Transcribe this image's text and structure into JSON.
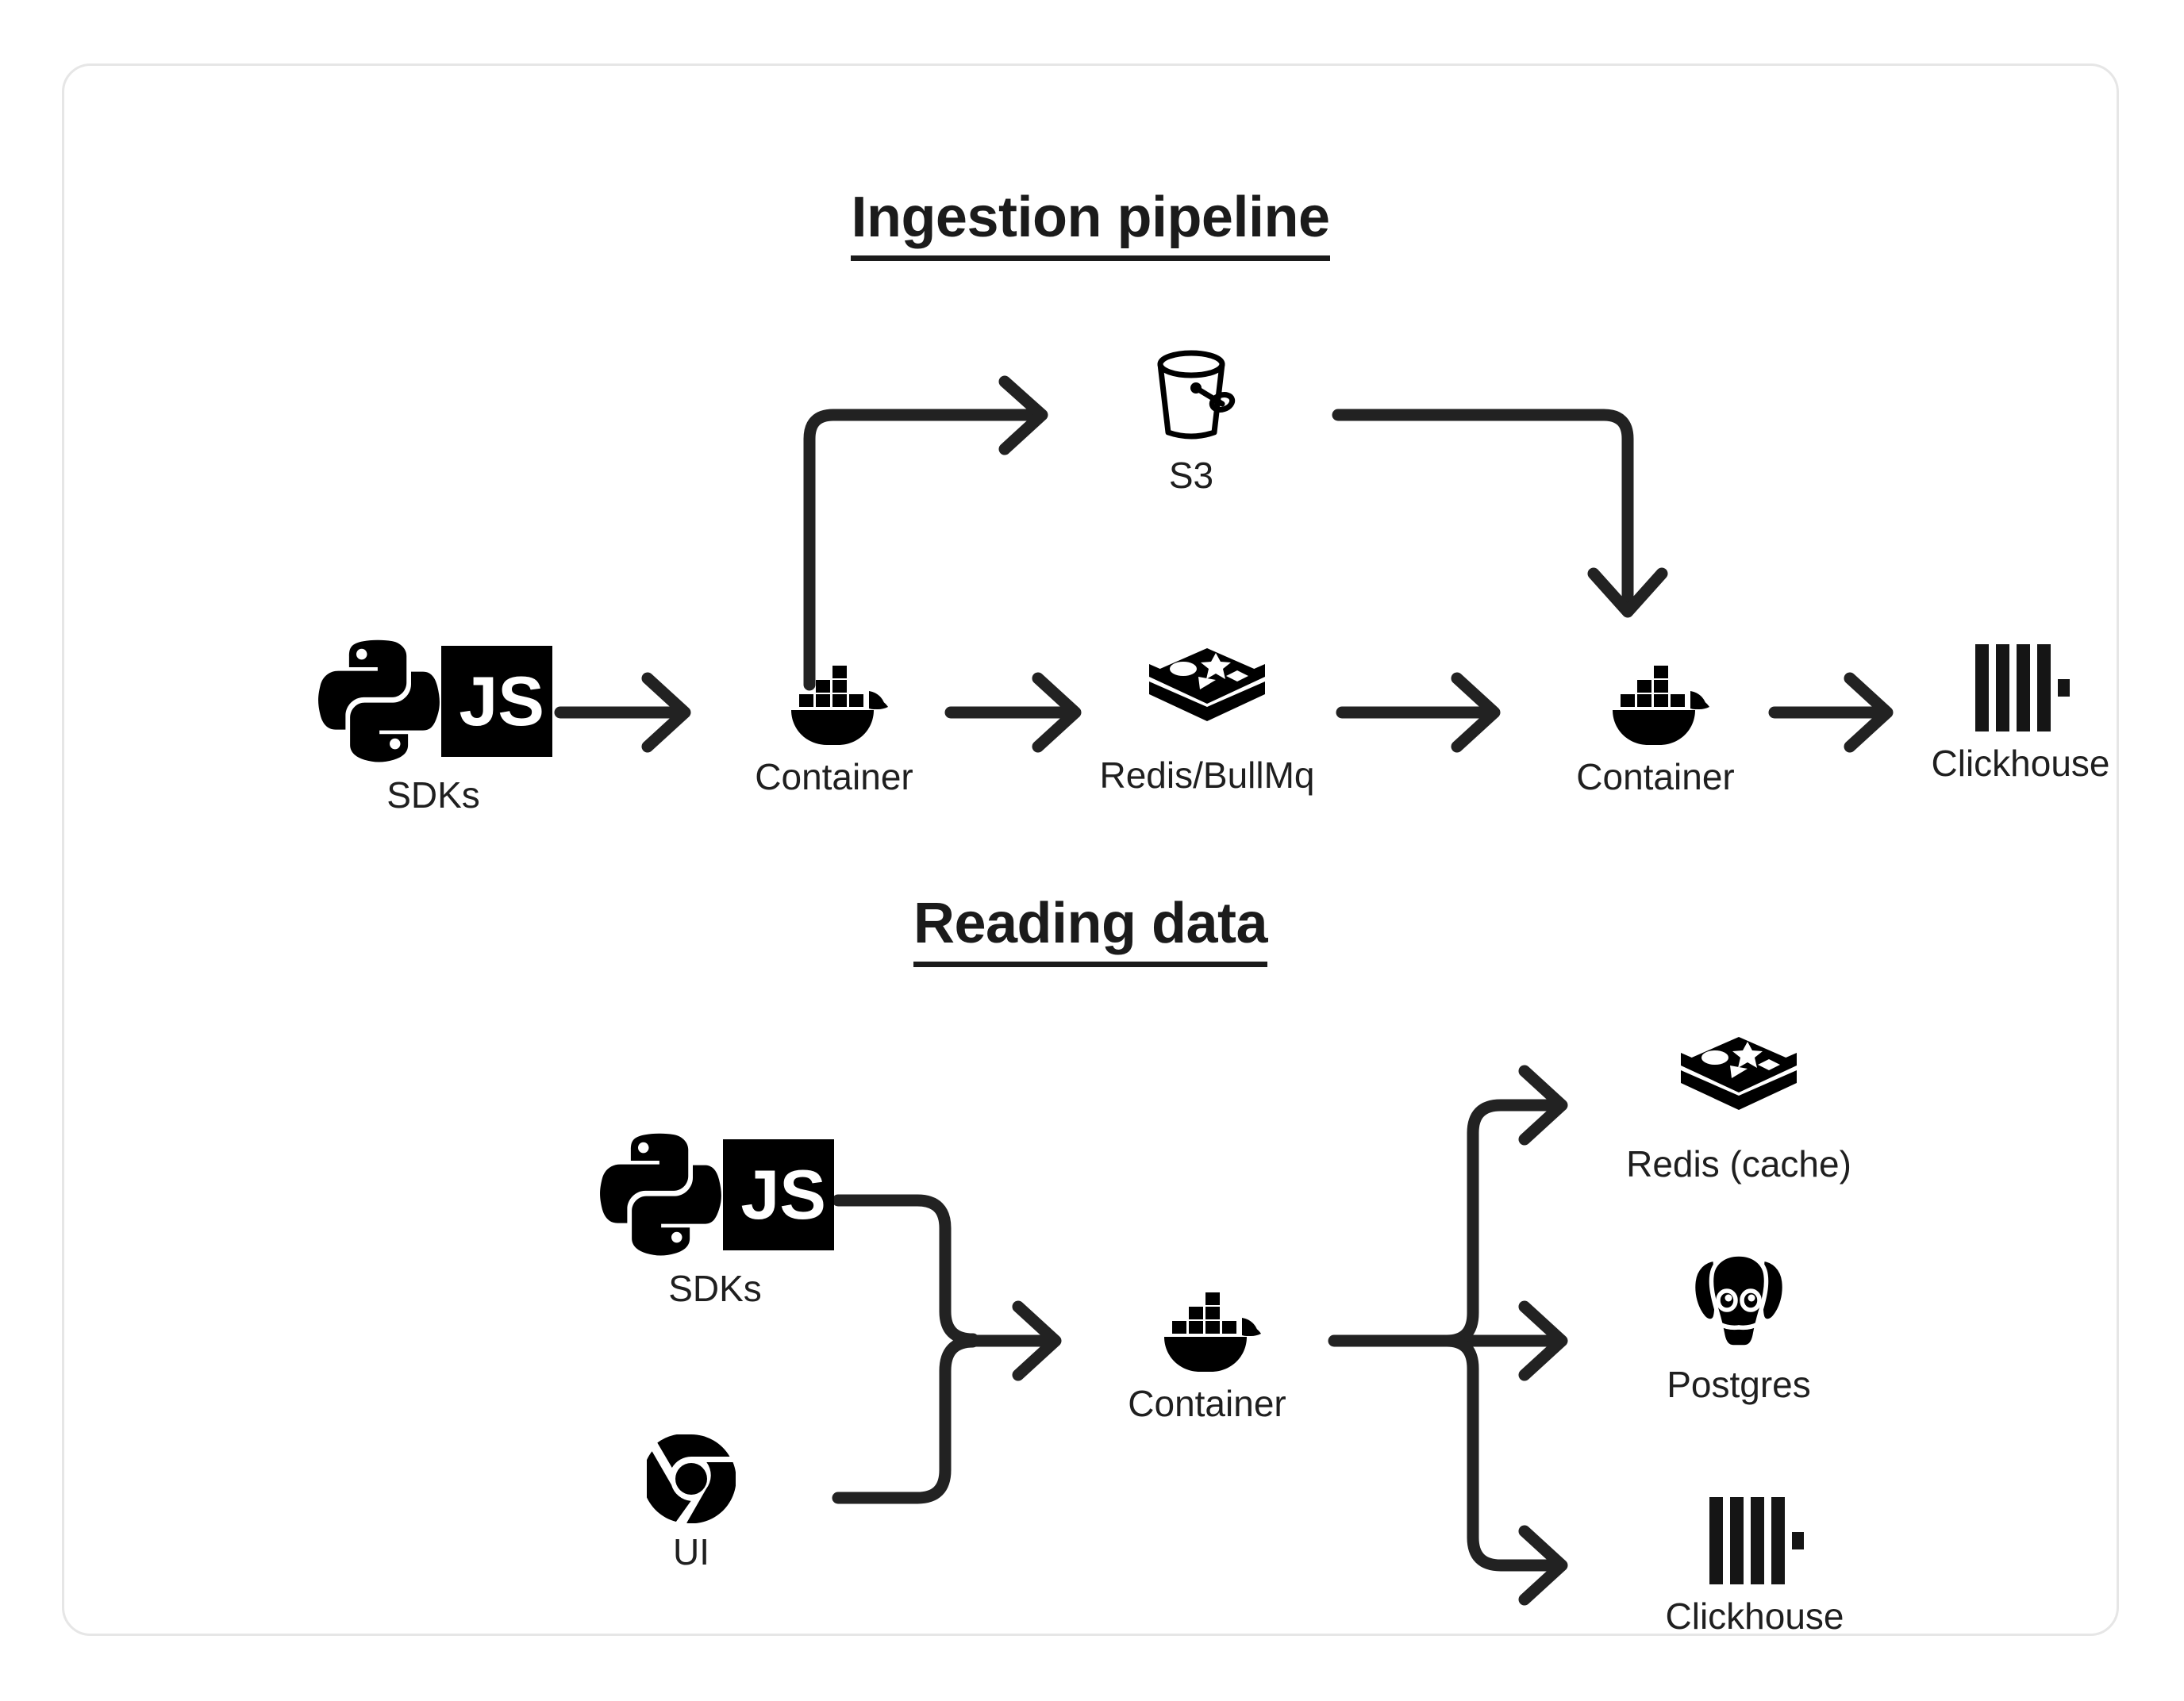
{
  "card": {
    "border_color": "#e6e6e6",
    "background": "#ffffff"
  },
  "sections": [
    {
      "id": "ingestion",
      "title": "Ingestion pipeline",
      "nodes": [
        {
          "id": "sdks-1",
          "label": "SDKs",
          "icons": [
            "python-icon",
            "javascript-icon"
          ]
        },
        {
          "id": "container-1",
          "label": "Container",
          "icons": [
            "docker-icon"
          ]
        },
        {
          "id": "s3",
          "label": "S3",
          "icons": [
            "s3-bucket-icon"
          ]
        },
        {
          "id": "redis-bullmq",
          "label": "Redis/BullMq",
          "icons": [
            "redis-icon"
          ]
        },
        {
          "id": "container-2",
          "label": "Container",
          "icons": [
            "docker-icon"
          ]
        },
        {
          "id": "clickhouse-1",
          "label": "Clickhouse",
          "icons": [
            "clickhouse-icon"
          ]
        }
      ],
      "edges": [
        {
          "from": "sdks-1",
          "to": "container-1",
          "style": "straight-arrow"
        },
        {
          "from": "container-1",
          "to": "s3",
          "style": "elbow-up-right-arrow"
        },
        {
          "from": "container-1",
          "to": "redis-bullmq",
          "style": "straight-arrow"
        },
        {
          "from": "s3",
          "to": "container-2",
          "style": "elbow-right-down-arrow"
        },
        {
          "from": "redis-bullmq",
          "to": "container-2",
          "style": "straight-arrow"
        },
        {
          "from": "container-2",
          "to": "clickhouse-1",
          "style": "straight-arrow"
        }
      ]
    },
    {
      "id": "reading",
      "title": "Reading data",
      "nodes": [
        {
          "id": "sdks-2",
          "label": "SDKs",
          "icons": [
            "python-icon",
            "javascript-icon"
          ]
        },
        {
          "id": "ui",
          "label": "UI",
          "icons": [
            "chrome-icon"
          ]
        },
        {
          "id": "container-3",
          "label": "Container",
          "icons": [
            "docker-icon"
          ]
        },
        {
          "id": "redis-cache",
          "label": "Redis (cache)",
          "icons": [
            "redis-icon"
          ]
        },
        {
          "id": "postgres",
          "label": "Postgres",
          "icons": [
            "postgres-icon"
          ]
        },
        {
          "id": "clickhouse-2",
          "label": "Clickhouse",
          "icons": [
            "clickhouse-icon"
          ]
        }
      ],
      "edges": [
        {
          "from": "sdks-2",
          "to": "container-3",
          "style": "merge-arrow"
        },
        {
          "from": "ui",
          "to": "container-3",
          "style": "merge-arrow"
        },
        {
          "from": "container-3",
          "to": "redis-cache",
          "style": "fanout-arrow-up"
        },
        {
          "from": "container-3",
          "to": "postgres",
          "style": "fanout-arrow-straight"
        },
        {
          "from": "container-3",
          "to": "clickhouse-2",
          "style": "fanout-arrow-down"
        }
      ]
    }
  ],
  "icon_labels": {
    "javascript": "JS"
  },
  "colors": {
    "ink": "#1b1b1b",
    "text": "#1f1f1f",
    "stroke": "#222222",
    "card_border": "#e6e6e6",
    "background": "#ffffff"
  }
}
